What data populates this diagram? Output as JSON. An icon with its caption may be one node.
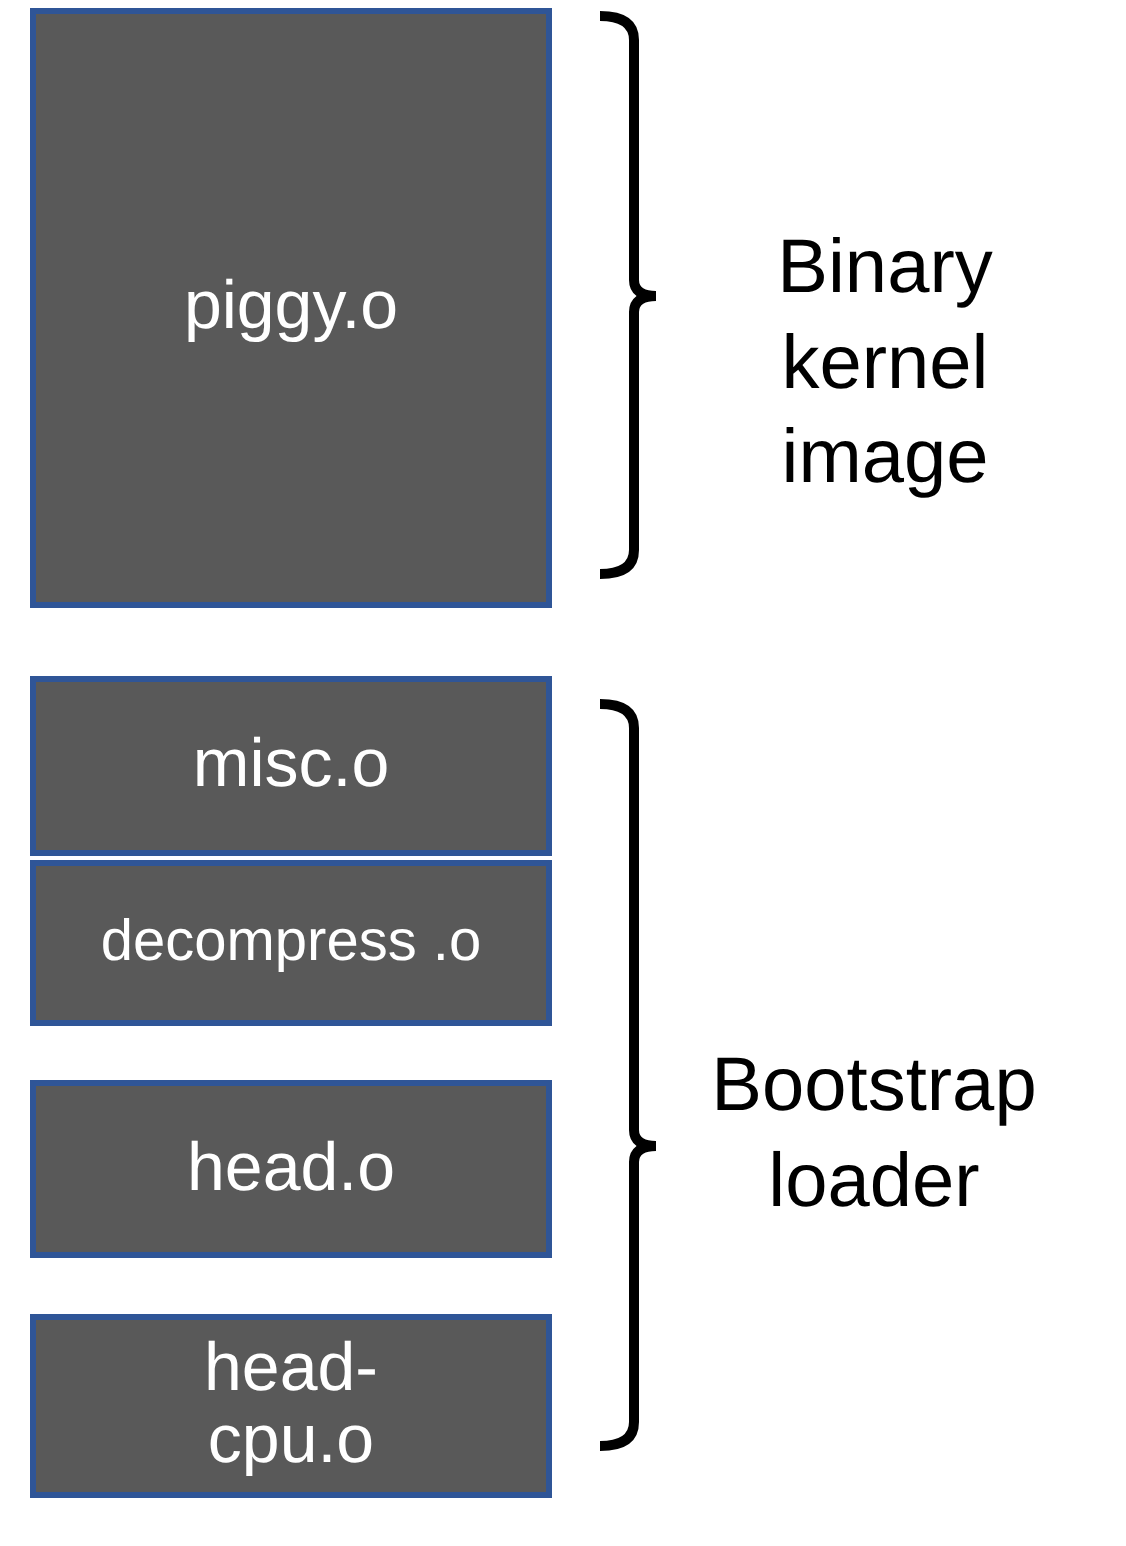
{
  "diagram": {
    "nodes": [
      {
        "text": [
          "piggy.o"
        ]
      },
      {
        "text": [
          "misc.o"
        ]
      },
      {
        "text": [
          "decompress .o"
        ]
      },
      {
        "text": [
          "head.o"
        ]
      },
      {
        "text": [
          "head- cpu.o"
        ]
      }
    ],
    "labels": [
      "Binary kernel image",
      "Bootstrap loader"
    ]
  }
}
